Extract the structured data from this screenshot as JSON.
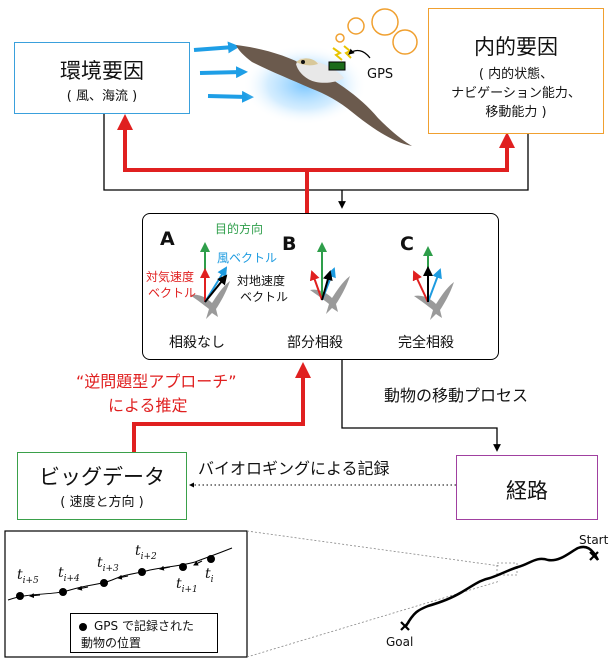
{
  "environment_box": {
    "title": "環境要因",
    "subtitle": "( 風、海流 )"
  },
  "internal_box": {
    "title": "内的要因",
    "lines": [
      "( 内的状態、",
      "ナビゲーション能力、",
      "移動能力 )"
    ]
  },
  "gps_label": "GPS",
  "process_panel": {
    "panels": [
      {
        "letter": "A",
        "caption": "相殺なし"
      },
      {
        "letter": "B",
        "caption": "部分相殺"
      },
      {
        "letter": "C",
        "caption": "完全相殺"
      }
    ],
    "vector_labels": {
      "target_direction": "目的方向",
      "wind_vector": "風ベクトル",
      "airspeed_vector": [
        "対気速度",
        "ベクトル"
      ],
      "ground_speed_vector": [
        "対地速度",
        "ベクトル"
      ]
    },
    "colors": {
      "target": "#2e9e4a",
      "wind": "#1d9be0",
      "airspeed": "#e02020",
      "ground": "#000000"
    }
  },
  "inverse_problem": {
    "line1": "“逆問題型アプローチ”",
    "line2": "による推定",
    "color": "#e02020"
  },
  "movement_process": "動物の移動プロセス",
  "bigdata_box": {
    "title": "ビッグデータ",
    "subtitle": "( 速度と方向 )"
  },
  "route_box": {
    "title": "経路"
  },
  "biologging_label": "バイオロギングによる記録",
  "inset": {
    "time_labels": [
      {
        "base": "t",
        "sub": "i+5"
      },
      {
        "base": "t",
        "sub": "i+4"
      },
      {
        "base": "t",
        "sub": "i+3"
      },
      {
        "base": "t",
        "sub": "i+2"
      },
      {
        "base": "t",
        "sub": "i+1"
      },
      {
        "base": "t",
        "sub": "i"
      }
    ],
    "legend": [
      "GPS で記録された",
      "動物の位置"
    ]
  },
  "track": {
    "start_label": "Start",
    "goal_label": "Goal"
  },
  "colors": {
    "env_border": "#3aa0dc",
    "internal_border": "#f0a030",
    "bigdata_border": "#3aa04a",
    "route_border": "#a040a0",
    "arrow_blue": "#1e9ee6",
    "arrow_red": "#e02020"
  }
}
